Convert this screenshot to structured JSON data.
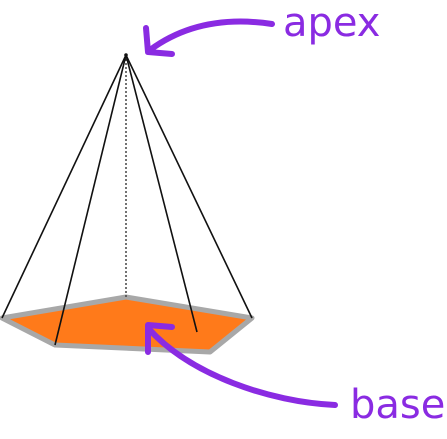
{
  "diagram": {
    "shape": "pentagonal pyramid",
    "colors": {
      "base_fill": "#ff7a1a",
      "base_edge": "#a8a8a8",
      "lateral_edge": "#111111",
      "height_line": "#444444",
      "annotation": "#8a2be2",
      "background": "#ffffff"
    },
    "labels": {
      "apex": "apex",
      "base": "base"
    },
    "icons": {
      "apex_pointer": "arrow-pointing-left",
      "base_pointer": "arrow-pointing-up-left"
    }
  }
}
